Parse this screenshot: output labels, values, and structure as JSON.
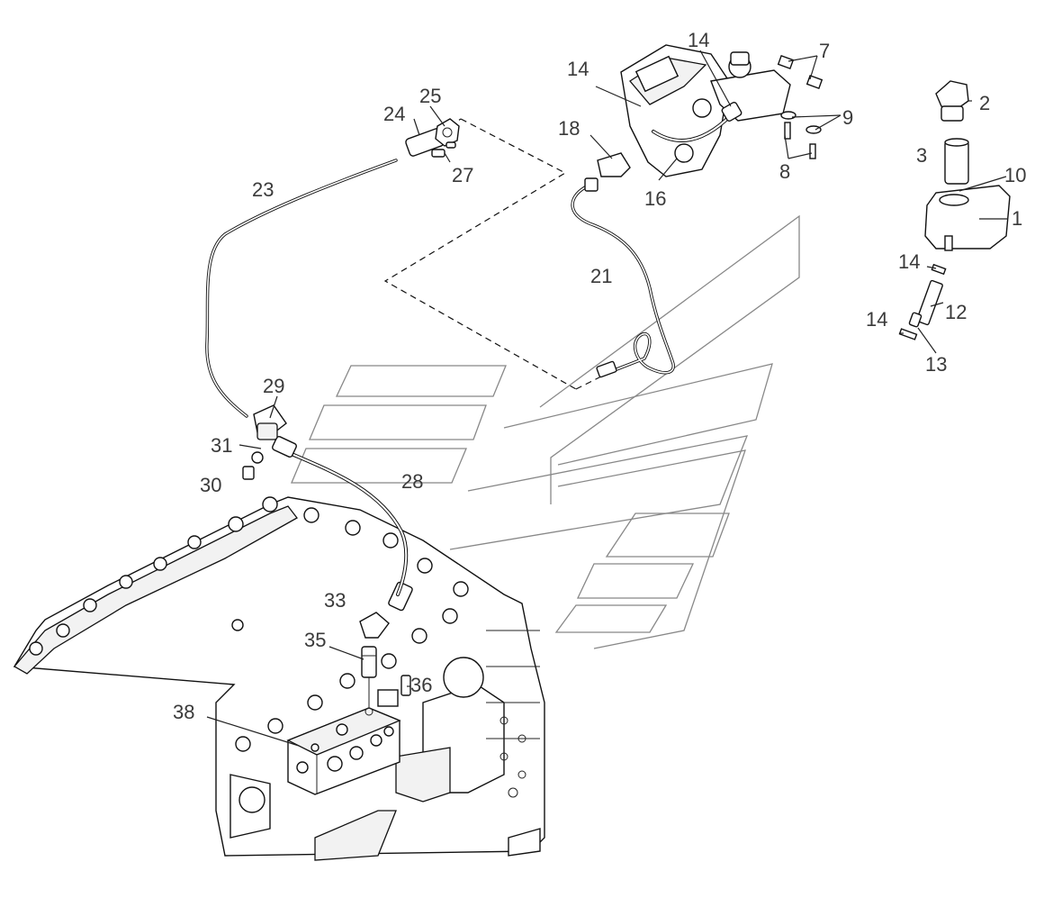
{
  "callouts": [
    {
      "id": "c1",
      "text": "1"
    },
    {
      "id": "c2",
      "text": "2"
    },
    {
      "id": "c3",
      "text": "3"
    },
    {
      "id": "c7",
      "text": "7"
    },
    {
      "id": "c8",
      "text": "8"
    },
    {
      "id": "c9",
      "text": "9"
    },
    {
      "id": "c10",
      "text": "10"
    },
    {
      "id": "c12",
      "text": "12"
    },
    {
      "id": "c13",
      "text": "13"
    },
    {
      "id": "c14a",
      "text": "14"
    },
    {
      "id": "c14b",
      "text": "14"
    },
    {
      "id": "c14c",
      "text": "14"
    },
    {
      "id": "c14d",
      "text": "14"
    },
    {
      "id": "c16",
      "text": "16"
    },
    {
      "id": "c18",
      "text": "18"
    },
    {
      "id": "c21",
      "text": "21"
    },
    {
      "id": "c23",
      "text": "23"
    },
    {
      "id": "c24",
      "text": "24"
    },
    {
      "id": "c25",
      "text": "25"
    },
    {
      "id": "c27",
      "text": "27"
    },
    {
      "id": "c28",
      "text": "28"
    },
    {
      "id": "c29",
      "text": "29"
    },
    {
      "id": "c30",
      "text": "30"
    },
    {
      "id": "c31",
      "text": "31"
    },
    {
      "id": "c33",
      "text": "33"
    },
    {
      "id": "c35",
      "text": "35"
    },
    {
      "id": "c36",
      "text": "36"
    },
    {
      "id": "c38",
      "text": "38"
    }
  ]
}
